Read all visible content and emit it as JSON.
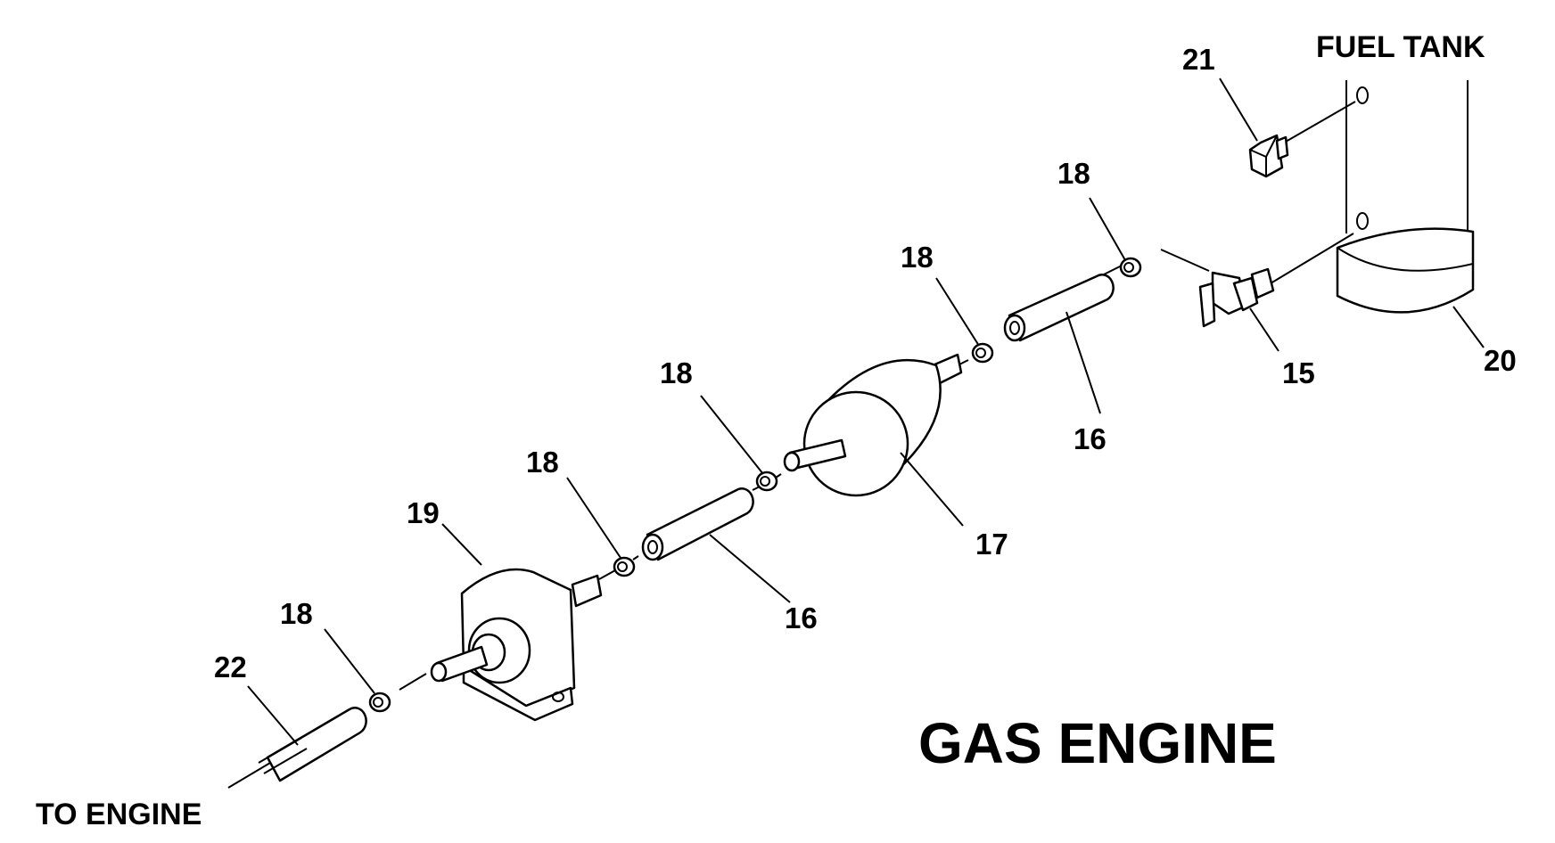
{
  "title": "GAS ENGINE",
  "labels": {
    "fuel_tank": "FUEL TANK",
    "to_engine": "TO ENGINE"
  },
  "callouts": {
    "c15": "15",
    "c16a": "16",
    "c16b": "16",
    "c17": "17",
    "c18a": "18",
    "c18b": "18",
    "c18c": "18",
    "c18d": "18",
    "c18e": "18",
    "c19": "19",
    "c20": "20",
    "c21": "21",
    "c22": "22"
  }
}
